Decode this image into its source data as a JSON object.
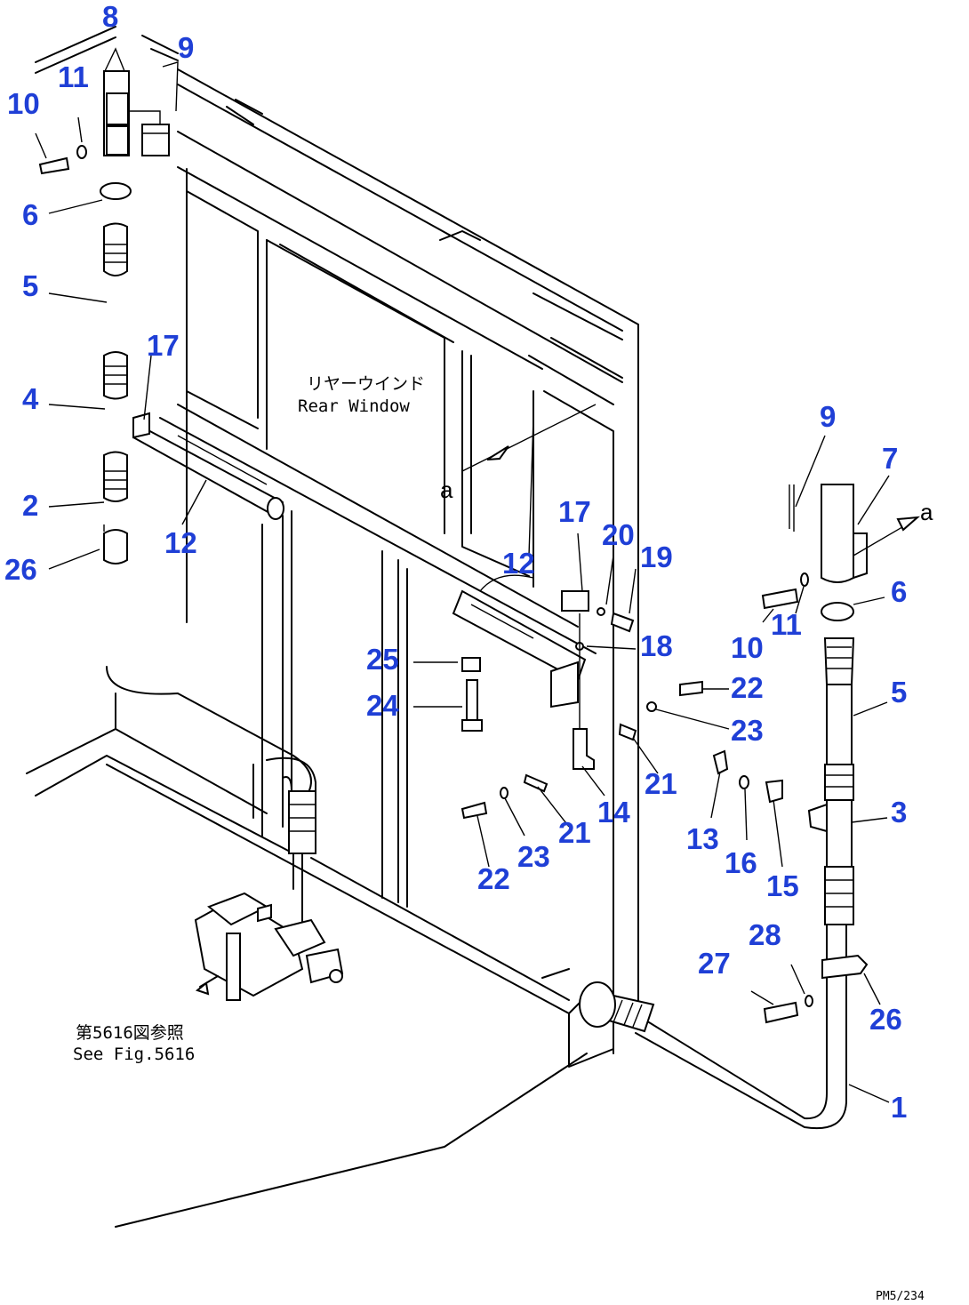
{
  "diagram": {
    "labels": {
      "rear_window_jp": "リヤーウインド",
      "rear_window_en": "Rear Window",
      "see_fig_jp": "第5616図参照",
      "see_fig_en": "See Fig.5616",
      "view_a_left": "a",
      "view_a_right": "a",
      "drawing_code": "PM5/234"
    },
    "callouts": {
      "c8": "8",
      "c9_left": "9",
      "c11_left": "11",
      "c10_left": "10",
      "c6_left": "6",
      "c5_left": "5",
      "c17_left": "17",
      "c4": "4",
      "c2": "2",
      "c12_left": "12",
      "c26_left": "26",
      "c17_mid": "17",
      "c20": "20",
      "c19": "19",
      "c12_mid": "12",
      "c18": "18",
      "c25": "25",
      "c24": "24",
      "c22_right": "22",
      "c23_right": "23",
      "c21_right": "21",
      "c14": "14",
      "c21_left": "21",
      "c13": "13",
      "c16": "16",
      "c15": "15",
      "c23_left": "23",
      "c22_left": "22",
      "c9_right": "9",
      "c7": "7",
      "c6_right": "6",
      "c10_right": "10",
      "c11_right": "11",
      "c5_right": "5",
      "c3": "3",
      "c28": "28",
      "c27": "27",
      "c26_right": "26",
      "c1": "1"
    }
  }
}
